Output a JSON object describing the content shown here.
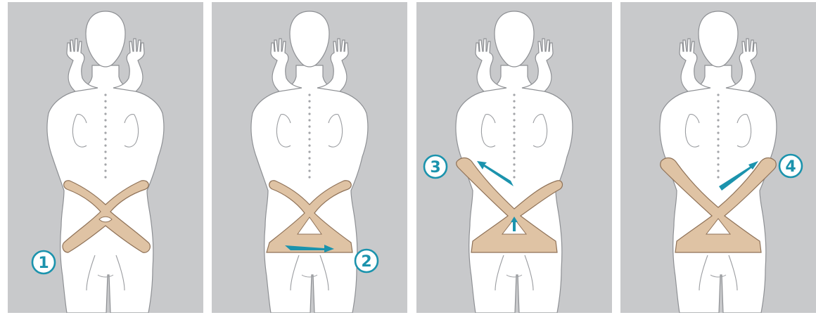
{
  "colors": {
    "panel_bg": "#c8c9cb",
    "body_fill": "#ffffff",
    "body_outline": "#8e9094",
    "tape_fill": "#dfc3a4",
    "tape_outline": "#8f7258",
    "accent": "#1b93ad"
  },
  "steps": [
    {
      "number": "1",
      "tape_stage": "x-shape-lower-back",
      "arrows": []
    },
    {
      "number": "2",
      "tape_stage": "x-shape-bottom-stretched",
      "arrows": [
        "horizontal-right"
      ]
    },
    {
      "number": "3",
      "tape_stage": "x-shape-left-arm-raised",
      "arrows": [
        "diagonal-up-left",
        "vertical-up"
      ]
    },
    {
      "number": "4",
      "tape_stage": "x-shape-right-arm-raised",
      "arrows": [
        "diagonal-up-right"
      ]
    }
  ]
}
